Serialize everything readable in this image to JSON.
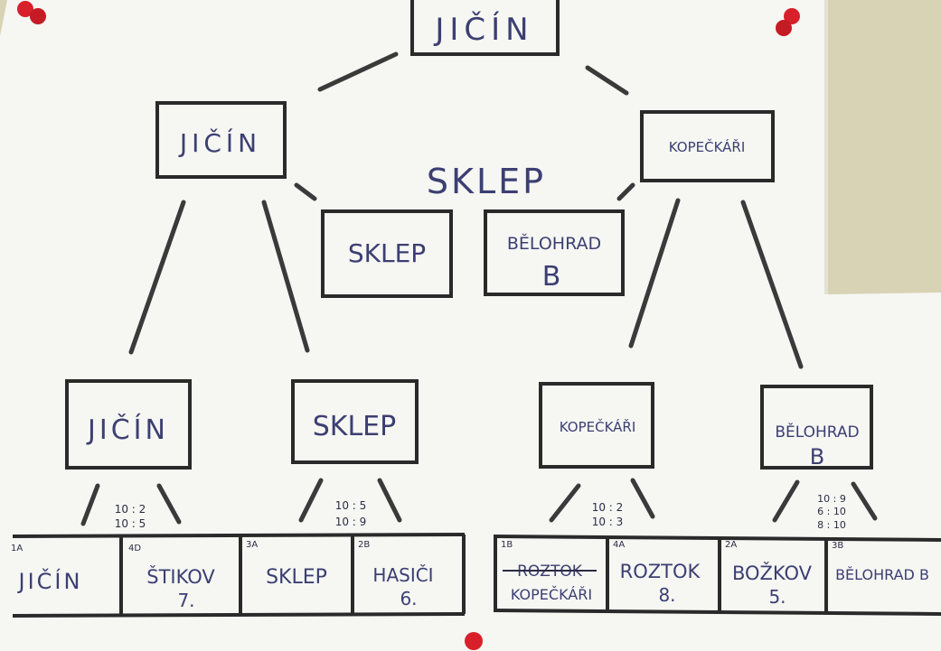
{
  "colors": {
    "wall": "#d8d3b4",
    "paper": "#f6f6f3",
    "ink_box": "#2a2a2a",
    "ink_text": "#3c3f72",
    "pin": "#d8202a"
  },
  "root": {
    "label": "JIČÍN"
  },
  "semifinal_left": {
    "label": "JIČÍN"
  },
  "semifinal_right": {
    "label": "KOPEČKÁŘI"
  },
  "third_place": {
    "title": "SKLEP",
    "team_a": "SKLEP",
    "team_b_line1": "BĚLOHRAD",
    "team_b_line2": "B"
  },
  "quarterfinals": [
    {
      "label": "JIČÍN",
      "score_1": "10 : 2",
      "score_2": "10 : 5"
    },
    {
      "label": "SKLEP",
      "score_1": "10 : 5",
      "score_2": "10 : 9"
    },
    {
      "label": "KOPEČKÁŘI",
      "score_1": "10 : 2",
      "score_2": "10 : 3"
    },
    {
      "label": "BĚLOHRAD B",
      "line1": "BĚLOHRAD",
      "line2": "B",
      "score_1": "10 : 9",
      "score_2": "6 : 10",
      "score_3": "8 : 10"
    }
  ],
  "teams": [
    {
      "seed": "1A",
      "name": "JIČÍN"
    },
    {
      "seed": "4D",
      "name": "ŠTIKOV",
      "rank": "7."
    },
    {
      "seed": "3A",
      "name": "SKLEP"
    },
    {
      "seed": "2B",
      "name": "HASIČI",
      "rank": "6."
    },
    {
      "seed": "1B",
      "name_crossed": "ROZTOK",
      "name": "KOPEČKÁŘI"
    },
    {
      "seed": "4A",
      "name": "ROZTOK",
      "rank": "8."
    },
    {
      "seed": "2A",
      "name": "BOŽKOV",
      "rank": "5."
    },
    {
      "seed": "3B",
      "name": "BĚLOHRAD B"
    }
  ]
}
